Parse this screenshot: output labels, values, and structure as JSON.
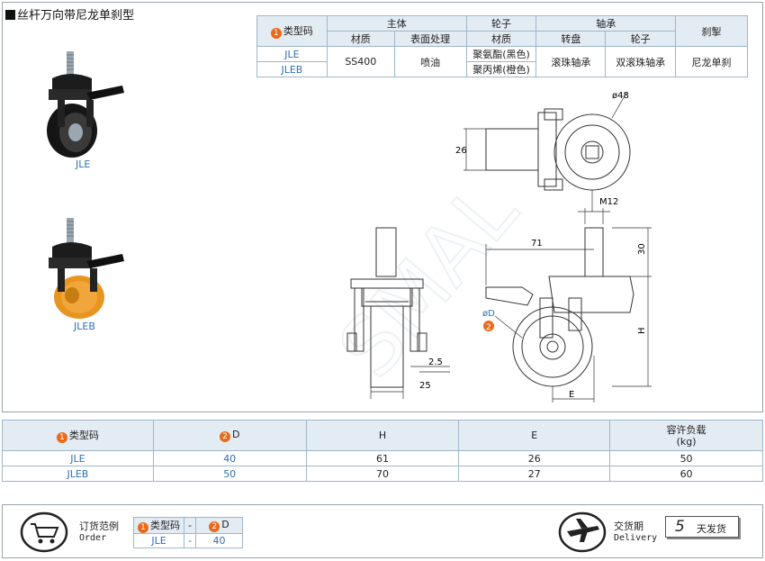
{
  "title": "丝杆万向带尼龙单刹型",
  "spec_table": {
    "type_code": "类型码",
    "badge1": "1",
    "badge2": "2",
    "main_body": "主体",
    "wheel": "轮子",
    "bearing": "轴承",
    "brake": "刹掣",
    "material": "材质",
    "surface": "表面处理",
    "wheel_material": "材质",
    "turntable": "转盘",
    "wheel_sub": "轮子",
    "row1_code": "JLE",
    "row2_code": "JLEB",
    "body_material": "SS400",
    "surface_value": "喷油",
    "wheel_mat_1": "聚氨酯(黑色)",
    "wheel_mat_2": "聚丙烯(橙色)",
    "turntable_value": "滚珠轴承",
    "wheel_bearing_value": "双滚珠轴承",
    "brake_value": "尼龙单刹"
  },
  "product_labels": {
    "p1": "JLE",
    "p2": "JLEB"
  },
  "drawing": {
    "d48": "ø48",
    "dim26": "26",
    "m12": "M12",
    "dim71": "71",
    "dim30": "30",
    "h": "H",
    "e": "E",
    "d": "øD",
    "dim2_5": "2.5",
    "dim25": "25"
  },
  "lower_table": {
    "type_code": "类型码",
    "col_d": "D",
    "col_h": "H",
    "col_e": "E",
    "col_load": "容许负载",
    "col_load_unit": "(kg)",
    "rows": [
      {
        "code": "JLE",
        "d": "40",
        "h": "61",
        "e": "26",
        "load": "50"
      },
      {
        "code": "JLEB",
        "d": "50",
        "h": "70",
        "e": "27",
        "load": "60"
      }
    ]
  },
  "footer": {
    "order_cn": "订货范例",
    "order_en": "Order",
    "order_type_code": "类型码",
    "order_d": "D",
    "order_dash": "-",
    "order_code_value": "JLE",
    "order_d_value": "40",
    "delivery_cn": "交货期",
    "delivery_en": "Delivery",
    "delivery_days": "5",
    "delivery_unit": "天发货"
  },
  "colors": {
    "accent_orange": "#ea6a1a",
    "value_blue": "#2e6fb5",
    "header_bg": "#e3ebf3",
    "border": "#9fb6c9"
  }
}
